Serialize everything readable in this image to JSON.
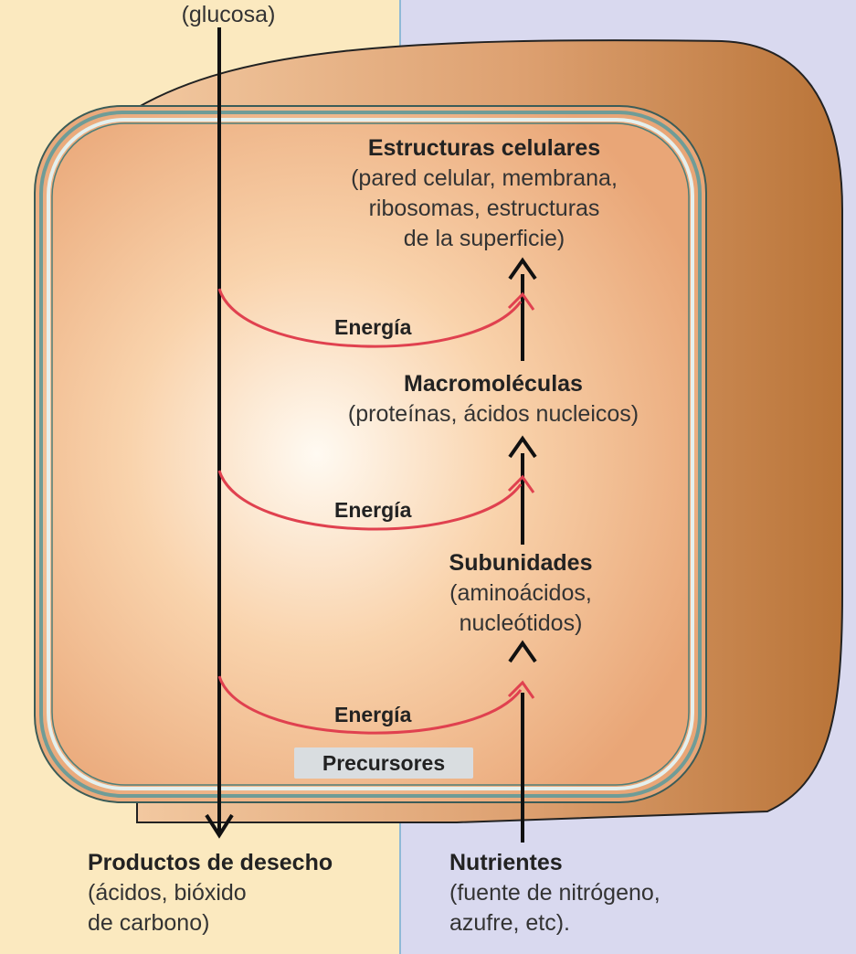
{
  "top_label": "(glucosa)",
  "structures": {
    "title": "Estructuras celulares",
    "lines": [
      "(pared celular, membrana,",
      "ribosomas, estructuras",
      "de la superficie)"
    ]
  },
  "macromolecules": {
    "title": "Macromoléculas",
    "lines": [
      "(proteínas, ácidos nucleicos)"
    ]
  },
  "subunits": {
    "title": "Subunidades",
    "lines": [
      "(aminoácidos,",
      "nucleótidos)"
    ]
  },
  "energy_labels": [
    "Energía",
    "Energía",
    "Energía"
  ],
  "precursors": "Precursores",
  "waste": {
    "title": "Productos de desecho",
    "lines": [
      "(ácidos, bióxido",
      "de carbono)"
    ]
  },
  "nutrients": {
    "title": "Nutrientes",
    "lines": [
      "(fuente de nitrógeno,",
      "azufre, etc)."
    ]
  },
  "colors": {
    "left_background": "#fbe9bf",
    "right_background": "#d9d9ef",
    "cell_outer": "#b9783f",
    "cell_inner": "#e9a776",
    "membrane": "#5e8f89",
    "energy_arrow": "#e0414f",
    "main_arrow": "#111111"
  }
}
